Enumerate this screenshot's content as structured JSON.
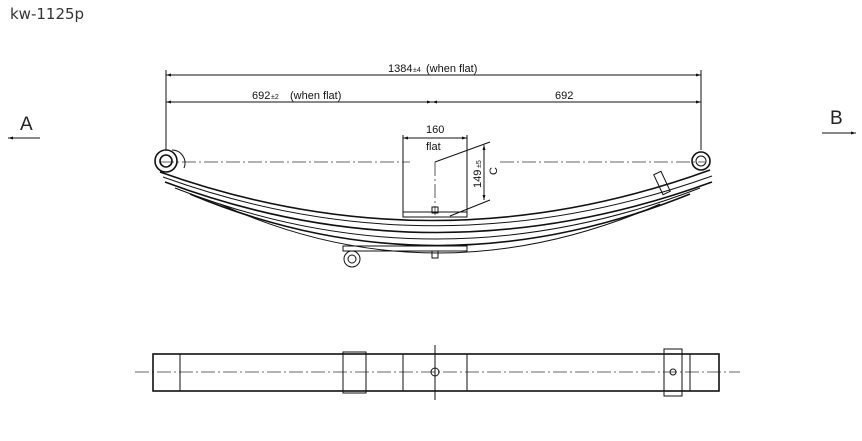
{
  "title": "kw-1125p",
  "drawing": {
    "view_left_label": "A",
    "view_right_label": "B",
    "overall_length": {
      "value": "1384",
      "tolerance": "±4",
      "note": "(when flat)"
    },
    "left_half": {
      "value": "692",
      "tolerance": "±2",
      "note": "(when flat)"
    },
    "right_half": {
      "value": "692"
    },
    "center_width": {
      "value": "160",
      "note": "flat"
    },
    "camber": {
      "value": "149",
      "tolerance": "±5",
      "label": "C"
    }
  }
}
